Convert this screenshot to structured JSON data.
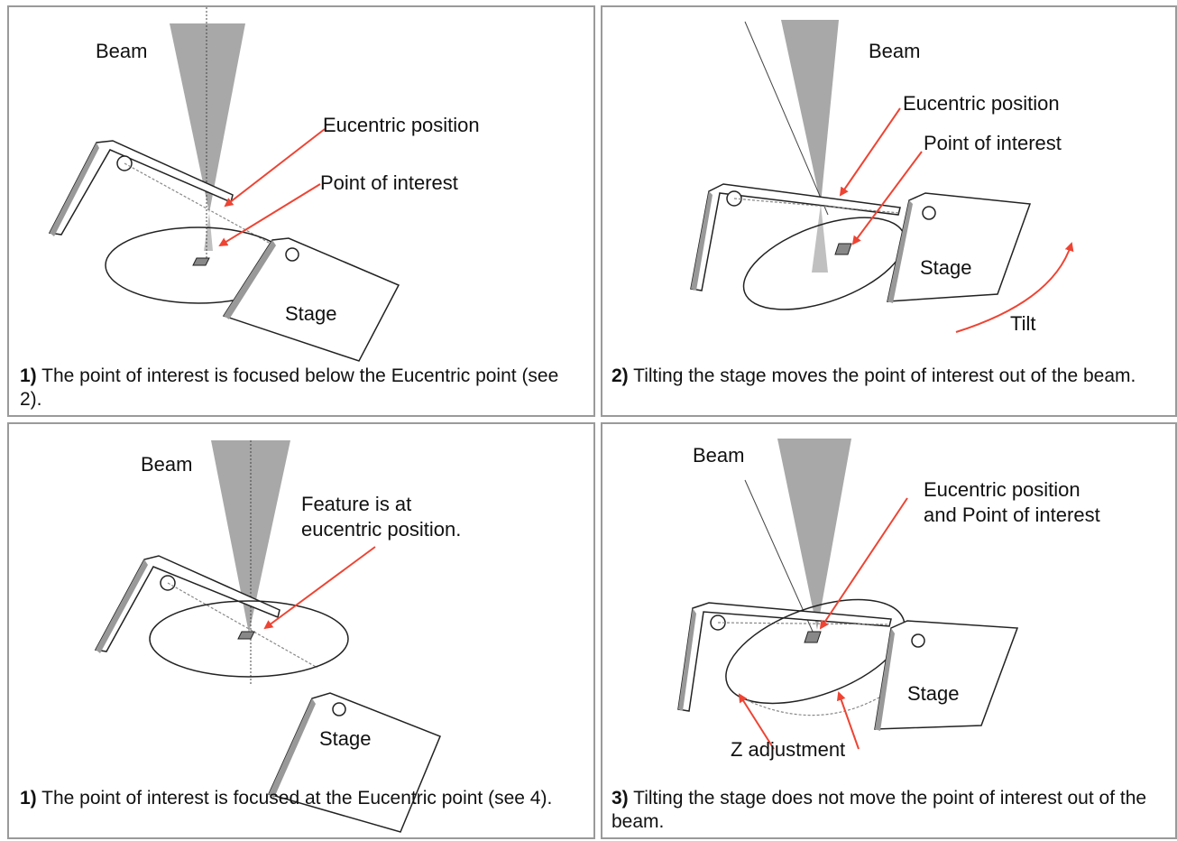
{
  "panels": [
    {
      "labels": {
        "beam": "Beam",
        "eucentric": "Eucentric position",
        "poi": "Point of interest",
        "stage": "Stage"
      },
      "caption": {
        "num": "1)",
        "text": " The point of interest is focused below the Eucentric point (see 2)."
      }
    },
    {
      "labels": {
        "beam": "Beam",
        "eucentric": "Eucentric position",
        "poi": "Point of interest",
        "stage": "Stage",
        "tilt": "Tilt"
      },
      "caption": {
        "num": "2)",
        "text": " Tilting the stage moves the point of interest out of the beam."
      }
    },
    {
      "labels": {
        "beam": "Beam",
        "feature_line1": "Feature is at",
        "feature_line2": "eucentric position.",
        "stage": "Stage"
      },
      "caption": {
        "num": "1)",
        "text": " The point of interest is focused at the Eucentric point (see 4)."
      }
    },
    {
      "labels": {
        "beam": "Beam",
        "euc_line1": "Eucentric position",
        "euc_line2": "and Point of interest",
        "stage": "Stage",
        "z_adjust": "Z adjustment"
      },
      "caption": {
        "num": "3)",
        "text": " Tilting the stage does not move the point of interest out of the beam."
      }
    }
  ],
  "colors": {
    "arrow": "#ee4433",
    "beam": "#a8a8a8",
    "border": "#9a9a9a"
  }
}
